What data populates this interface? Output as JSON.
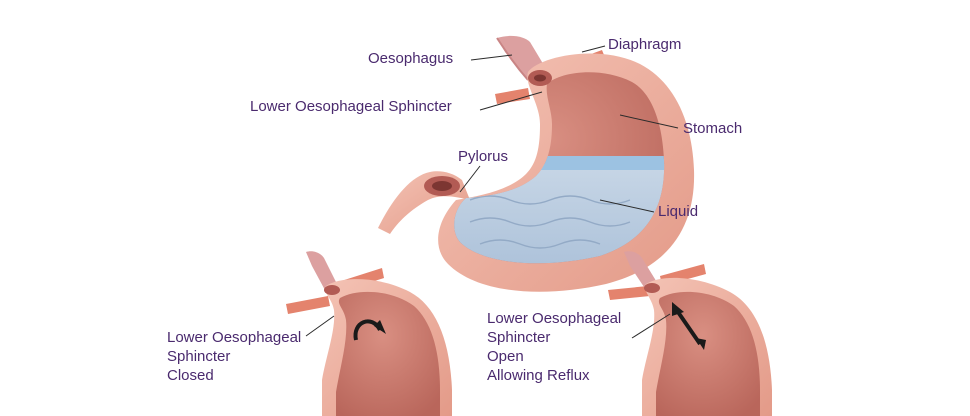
{
  "labels": {
    "oesophagus": "Oesophagus",
    "diaphragm": "Diaphragm",
    "les": "Lower Oesophageal Sphincter",
    "stomach": "Stomach",
    "pylorus": "Pylorus",
    "liquid": "Liquid"
  },
  "closed_caption": [
    "Lower Oesophageal",
    "Sphincter",
    "Closed"
  ],
  "open_caption": [
    "Lower Oesophageal",
    "Sphincter",
    "Open",
    "Allowing Reflux"
  ],
  "colors": {
    "label_text": "#4a2a6e",
    "stomach_wall": "#e8a596",
    "stomach_inner": "#c97a6e",
    "liquid": "#b8cbe0",
    "liquid_surface": "#9cc2e2",
    "diaphragm": "#e4836d"
  }
}
